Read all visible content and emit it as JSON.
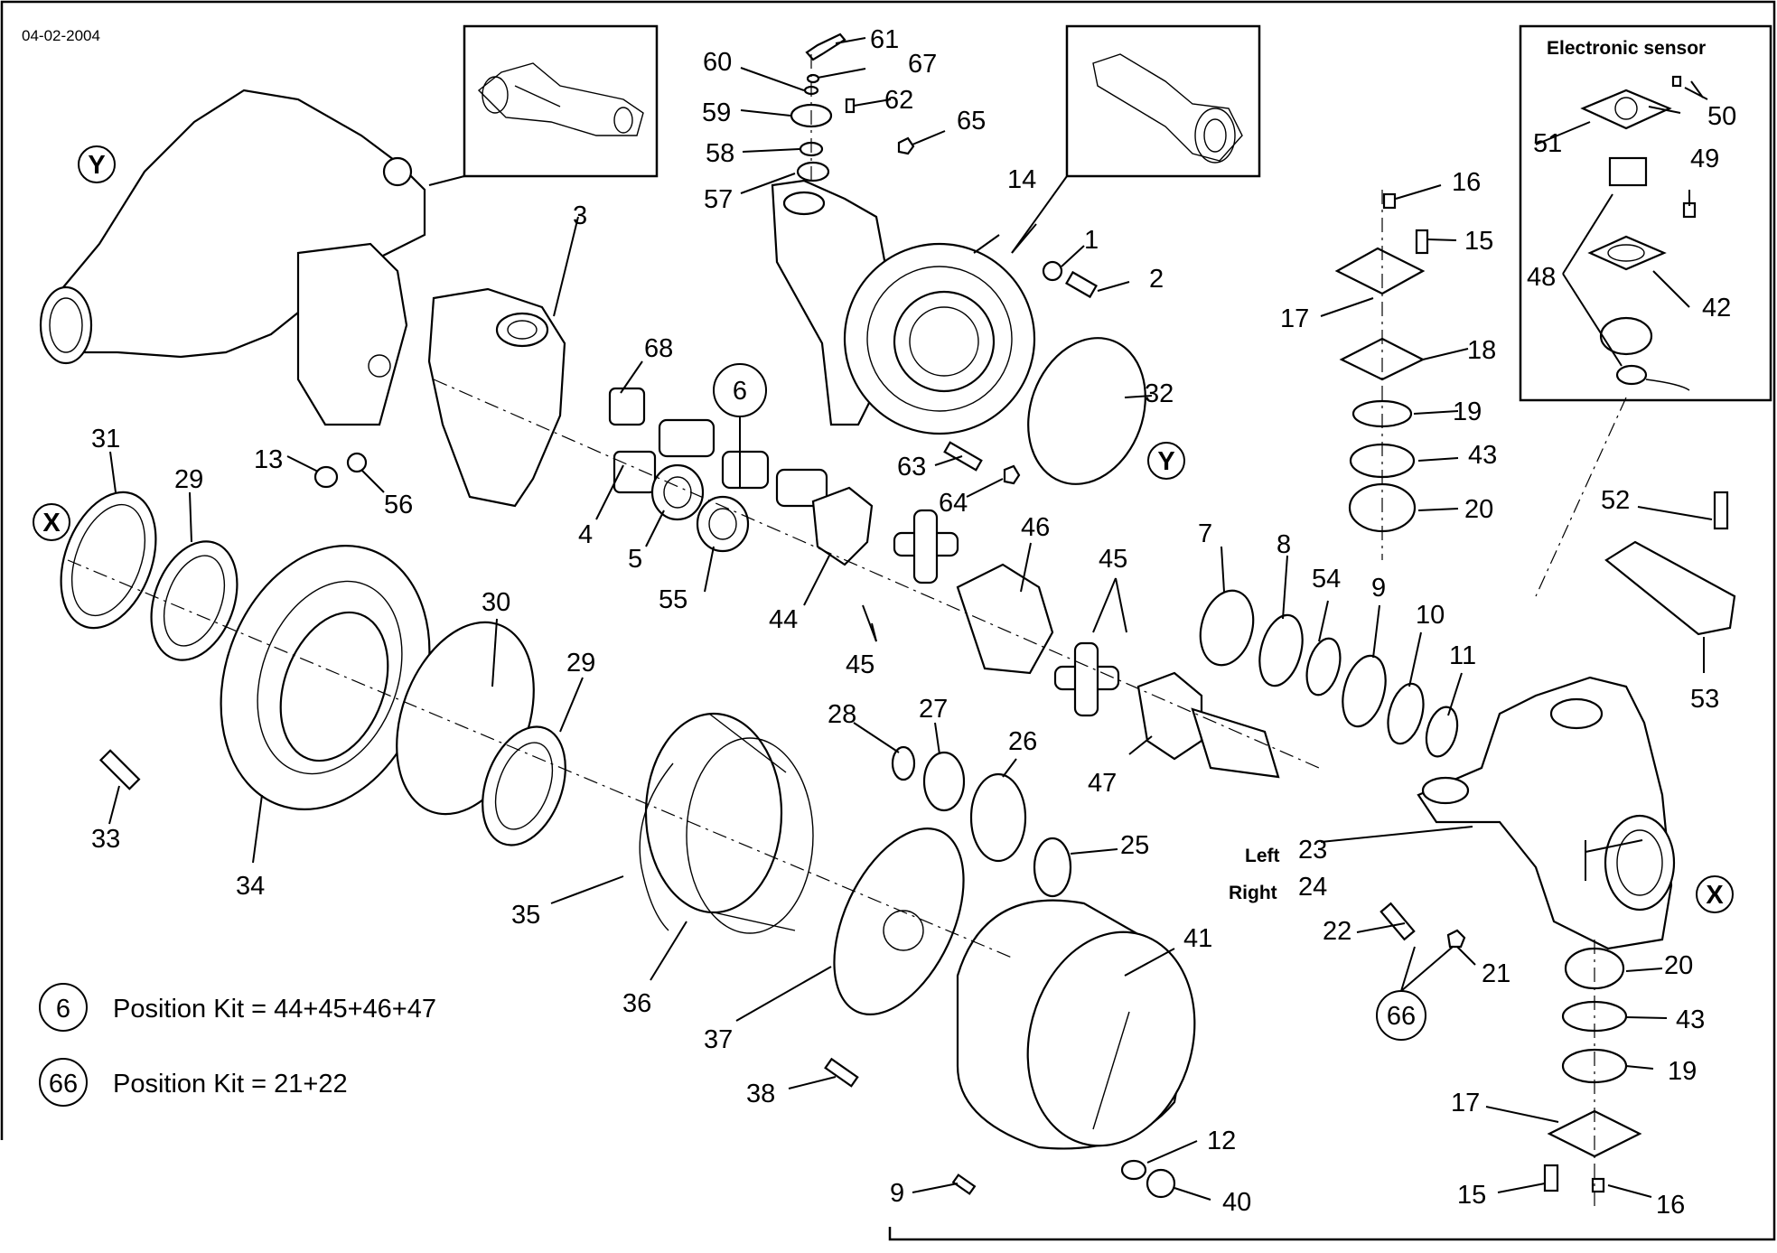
{
  "date": "04-02-2004",
  "electronic_sensor_title": "Electronic sensor",
  "markers": {
    "x": "X",
    "y": "Y"
  },
  "side_labels": {
    "left": "Left",
    "right": "Right"
  },
  "kits": [
    {
      "number": "6",
      "text": "Position Kit = 44+45+46+47"
    },
    {
      "number": "66",
      "text": "Position Kit = 21+22"
    }
  ],
  "callouts": {
    "c1": "1",
    "c2": "2",
    "c3": "3",
    "c4": "4",
    "c5": "5",
    "c6": "6",
    "c7": "7",
    "c8": "8",
    "c9a": "9",
    "c9b": "9",
    "c10": "10",
    "c11": "11",
    "c12": "12",
    "c13": "13",
    "c14": "14",
    "c15a": "15",
    "c15b": "15",
    "c16a": "16",
    "c16b": "16",
    "c17a": "17",
    "c17b": "17",
    "c18": "18",
    "c19a": "19",
    "c19b": "19",
    "c20a": "20",
    "c20b": "20",
    "c21": "21",
    "c22": "22",
    "c23": "23",
    "c24": "24",
    "c25": "25",
    "c26": "26",
    "c27": "27",
    "c28": "28",
    "c29a": "29",
    "c29b": "29",
    "c30": "30",
    "c31": "31",
    "c32": "32",
    "c33": "33",
    "c34": "34",
    "c35": "35",
    "c36": "36",
    "c37": "37",
    "c38": "38",
    "c40": "40",
    "c41": "41",
    "c42": "42",
    "c43a": "43",
    "c43b": "43",
    "c44": "44",
    "c45a": "45",
    "c45b": "45",
    "c46": "46",
    "c47": "47",
    "c48": "48",
    "c49": "49",
    "c50": "50",
    "c51": "51",
    "c52": "52",
    "c53": "53",
    "c54": "54",
    "c55": "55",
    "c56": "56",
    "c57": "57",
    "c58": "58",
    "c59": "59",
    "c60": "60",
    "c61": "61",
    "c62": "62",
    "c63": "63",
    "c64": "64",
    "c65": "65",
    "c66": "66",
    "c67": "67",
    "c68": "68"
  }
}
